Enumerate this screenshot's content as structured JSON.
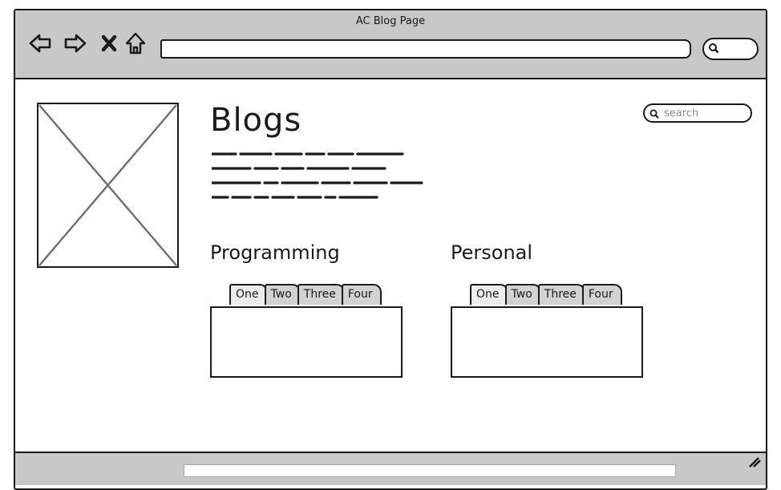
{
  "window": {
    "title": "AC Blog Page"
  },
  "toolbar": {
    "icons": [
      "back-arrow-icon",
      "forward-arrow-icon",
      "stop-icon",
      "home-icon",
      "search-icon"
    ],
    "address_value": ""
  },
  "page": {
    "title": "Blogs",
    "search": {
      "placeholder": "search"
    },
    "sections": [
      {
        "title": "Programming",
        "tabs": [
          "One",
          "Two",
          "Three",
          "Four"
        ]
      },
      {
        "title": "Personal",
        "tabs": [
          "One",
          "Two",
          "Three",
          "Four"
        ]
      }
    ]
  },
  "colors": {
    "chrome": "#c8c8c8",
    "ink": "#1a1a1a",
    "tab": "#d2d2d2",
    "placeholder_text": "#8a8a8a"
  }
}
